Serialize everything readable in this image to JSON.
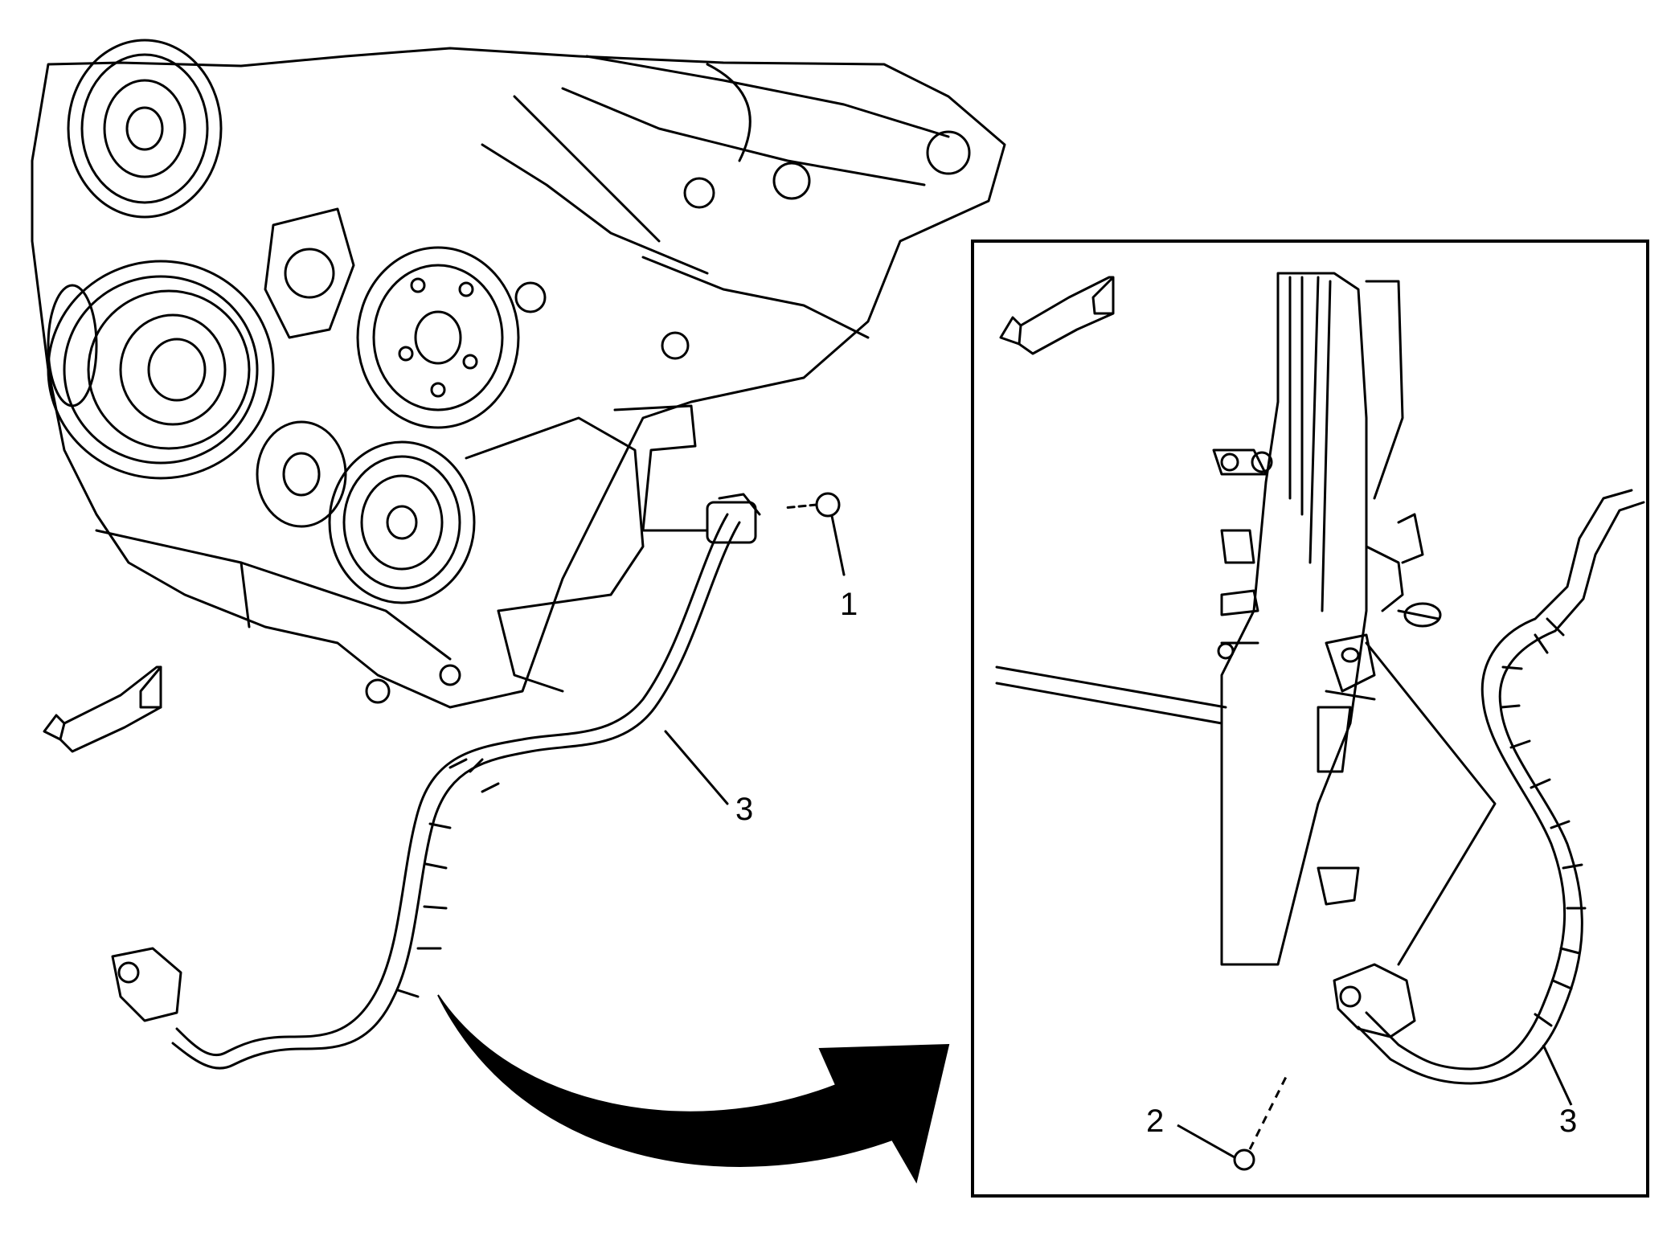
{
  "callouts": {
    "bolt_engine": "1",
    "bolt_inset": "2",
    "hose_main": "3",
    "hose_inset": "3"
  },
  "colors": {
    "line": "#000000",
    "background": "#ffffff"
  },
  "icons": {
    "forward_arrow_main": "forward-direction-arrow-icon",
    "forward_arrow_inset": "forward-direction-arrow-icon",
    "transition_arrow": "curved-transition-arrow-icon"
  }
}
